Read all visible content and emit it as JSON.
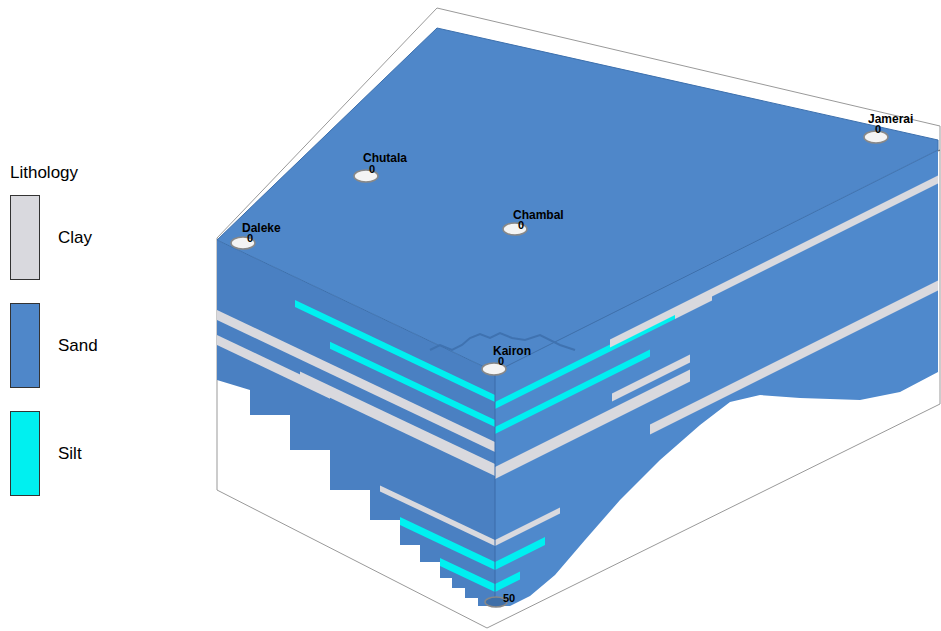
{
  "diagram": {
    "labels": [
      "Chutala",
      "0",
      "Chambal",
      "0",
      "Daleke",
      "0",
      "Kairon",
      "0",
      "Jamerai",
      "0",
      "50",
      "Lithology"
    ],
    "legend": [
      {
        "text": "Clay",
        "color": "#d9d9de"
      },
      {
        "text": "Sand",
        "color": "#4f87c9"
      },
      {
        "text": "Silt",
        "color": "#00f0f0"
      }
    ]
  }
}
